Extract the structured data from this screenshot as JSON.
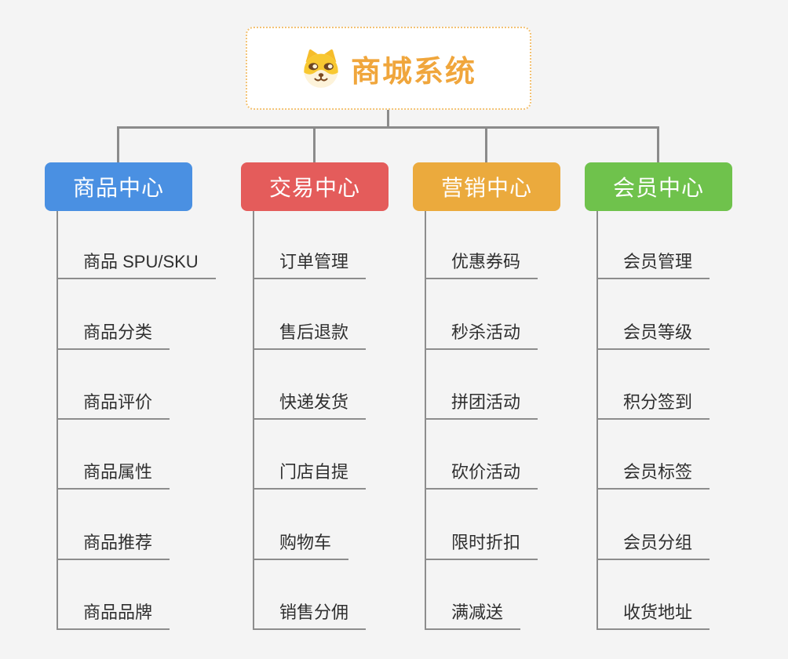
{
  "root": {
    "title": "商城系统",
    "accent_color": "#f0a63c",
    "border_color": "#f3c274",
    "icon": "dog-face-icon"
  },
  "branches": [
    {
      "label": "商品中心",
      "color": "#4a90e2",
      "items": [
        "商品 SPU/SKU",
        "商品分类",
        "商品评价",
        "商品属性",
        "商品推荐",
        "商品品牌"
      ]
    },
    {
      "label": "交易中心",
      "color": "#e45c5b",
      "items": [
        "订单管理",
        "售后退款",
        "快递发货",
        "门店自提",
        "购物车",
        "销售分佣"
      ]
    },
    {
      "label": "营销中心",
      "color": "#ebaa3d",
      "items": [
        "优惠券码",
        "秒杀活动",
        "拼团活动",
        "砍价活动",
        "限时折扣",
        "满减送"
      ]
    },
    {
      "label": "会员中心",
      "color": "#6fc24c",
      "items": [
        "会员管理",
        "会员等级",
        "积分签到",
        "会员标签",
        "会员分组",
        "收货地址"
      ]
    }
  ],
  "connector_color": "#8b8b8b"
}
